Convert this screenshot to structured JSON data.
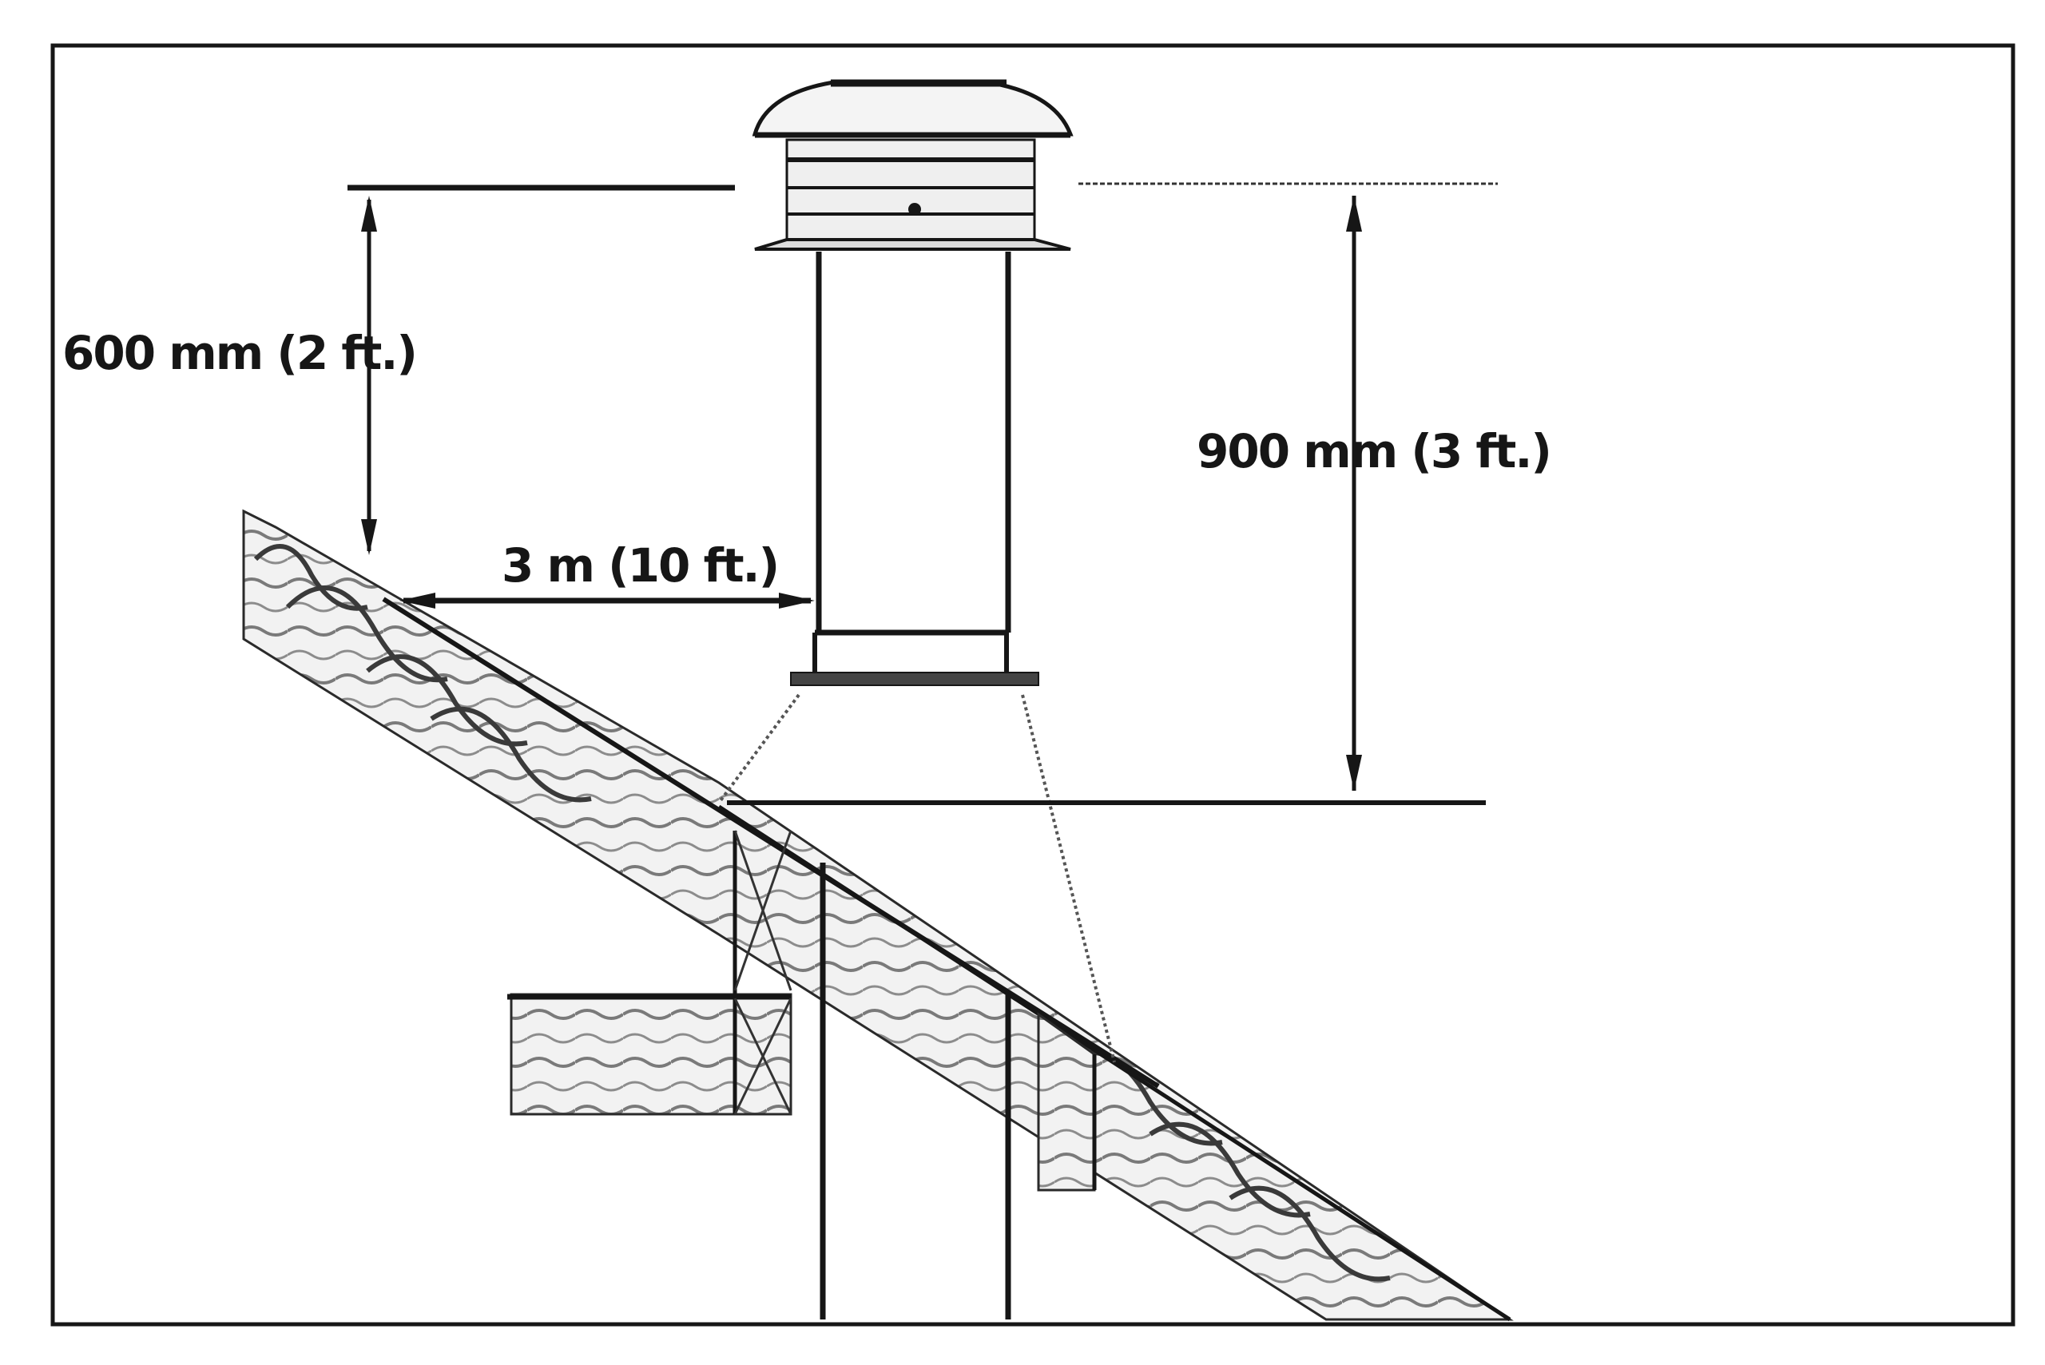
{
  "diagram": {
    "labels": {
      "height_near": "600 mm (2 ft.)",
      "height_ridge": "900 mm (3 ft.)",
      "distance": "3 m (10 ft.)"
    },
    "colors": {
      "ink": "#161616",
      "wood_fill": "#ededed",
      "paper": "#ffffff"
    }
  }
}
